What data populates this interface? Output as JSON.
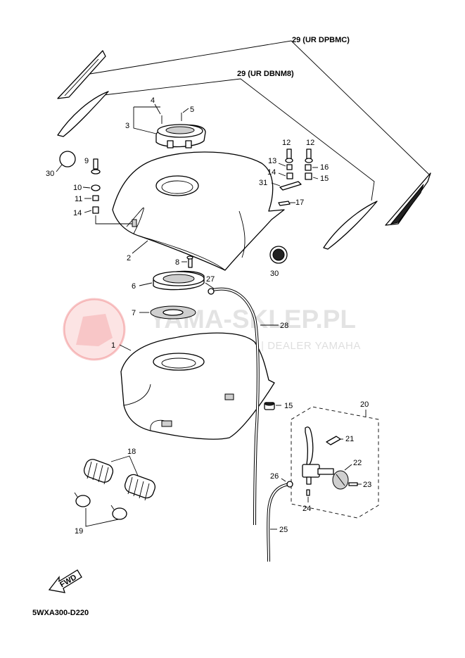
{
  "diagram_code": "5WXA300-D220",
  "watermark": {
    "title": "YAMA-SKLEP.PL",
    "subtitle": "WOJCIECHOWICZ | DEALER YAMAHA",
    "color": "#e31e24"
  },
  "fwd_label": "FWD",
  "variants": {
    "dpbmc": "29 (UR DPBMC)",
    "dbnm8": "29 (UR DBNM8)"
  },
  "callouts": {
    "c1": "1",
    "c2": "2",
    "c3": "3",
    "c4": "4",
    "c5": "5",
    "c6": "6",
    "c7": "7",
    "c8": "8",
    "c9": "9",
    "c10": "10",
    "c11": "11",
    "c12a": "12",
    "c12b": "12",
    "c13": "13",
    "c14a": "14",
    "c14b": "14",
    "c15a": "15",
    "c15b": "15",
    "c16": "16",
    "c17": "17",
    "c18": "18",
    "c19": "19",
    "c20": "20",
    "c21": "21",
    "c22": "22",
    "c23": "23",
    "c24": "24",
    "c25": "25",
    "c26": "26",
    "c27": "27",
    "c28": "28",
    "c30a": "30",
    "c30b": "30",
    "c31": "31"
  }
}
